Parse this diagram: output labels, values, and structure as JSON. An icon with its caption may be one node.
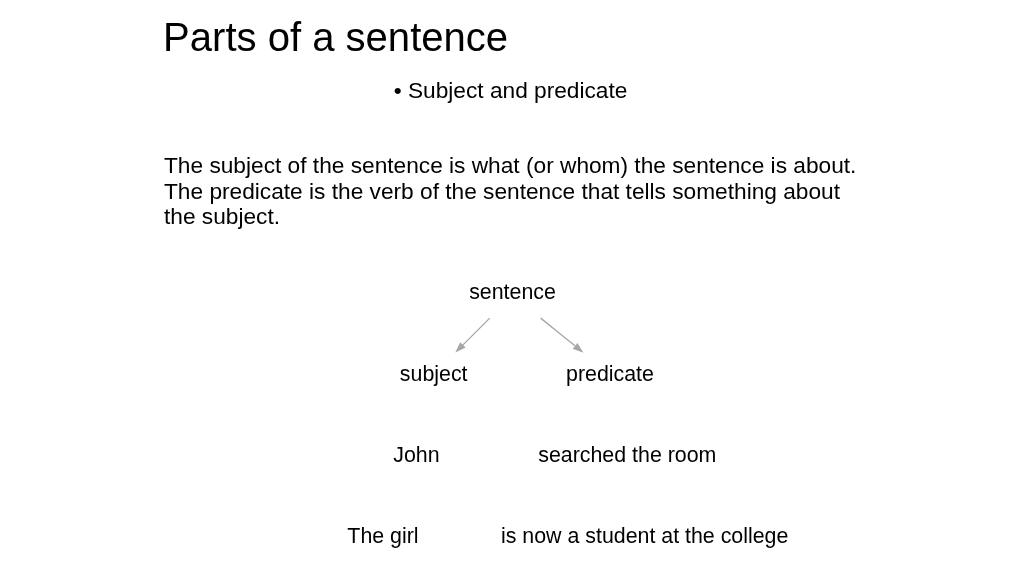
{
  "diagram": {
    "title": "Parts of a sentence",
    "nodes": [
      {
        "text": [
          "sentence"
        ]
      },
      {
        "text": [
          "subject"
        ]
      },
      {
        "text": [
          "predicate"
        ]
      }
    ],
    "edges": [
      {
        "from": 0,
        "to": 1,
        "arrow": "to"
      },
      {
        "from": 0,
        "to": 2,
        "arrow": "to"
      }
    ],
    "labels": [
      "• Subject and predicate",
      "The subject of the sentence is what (or whom) the sentence is about. The predicate is the verb of the sentence that tells something about the subject.",
      "John",
      "searched the room",
      "The girl",
      "is now a student at the college"
    ]
  }
}
